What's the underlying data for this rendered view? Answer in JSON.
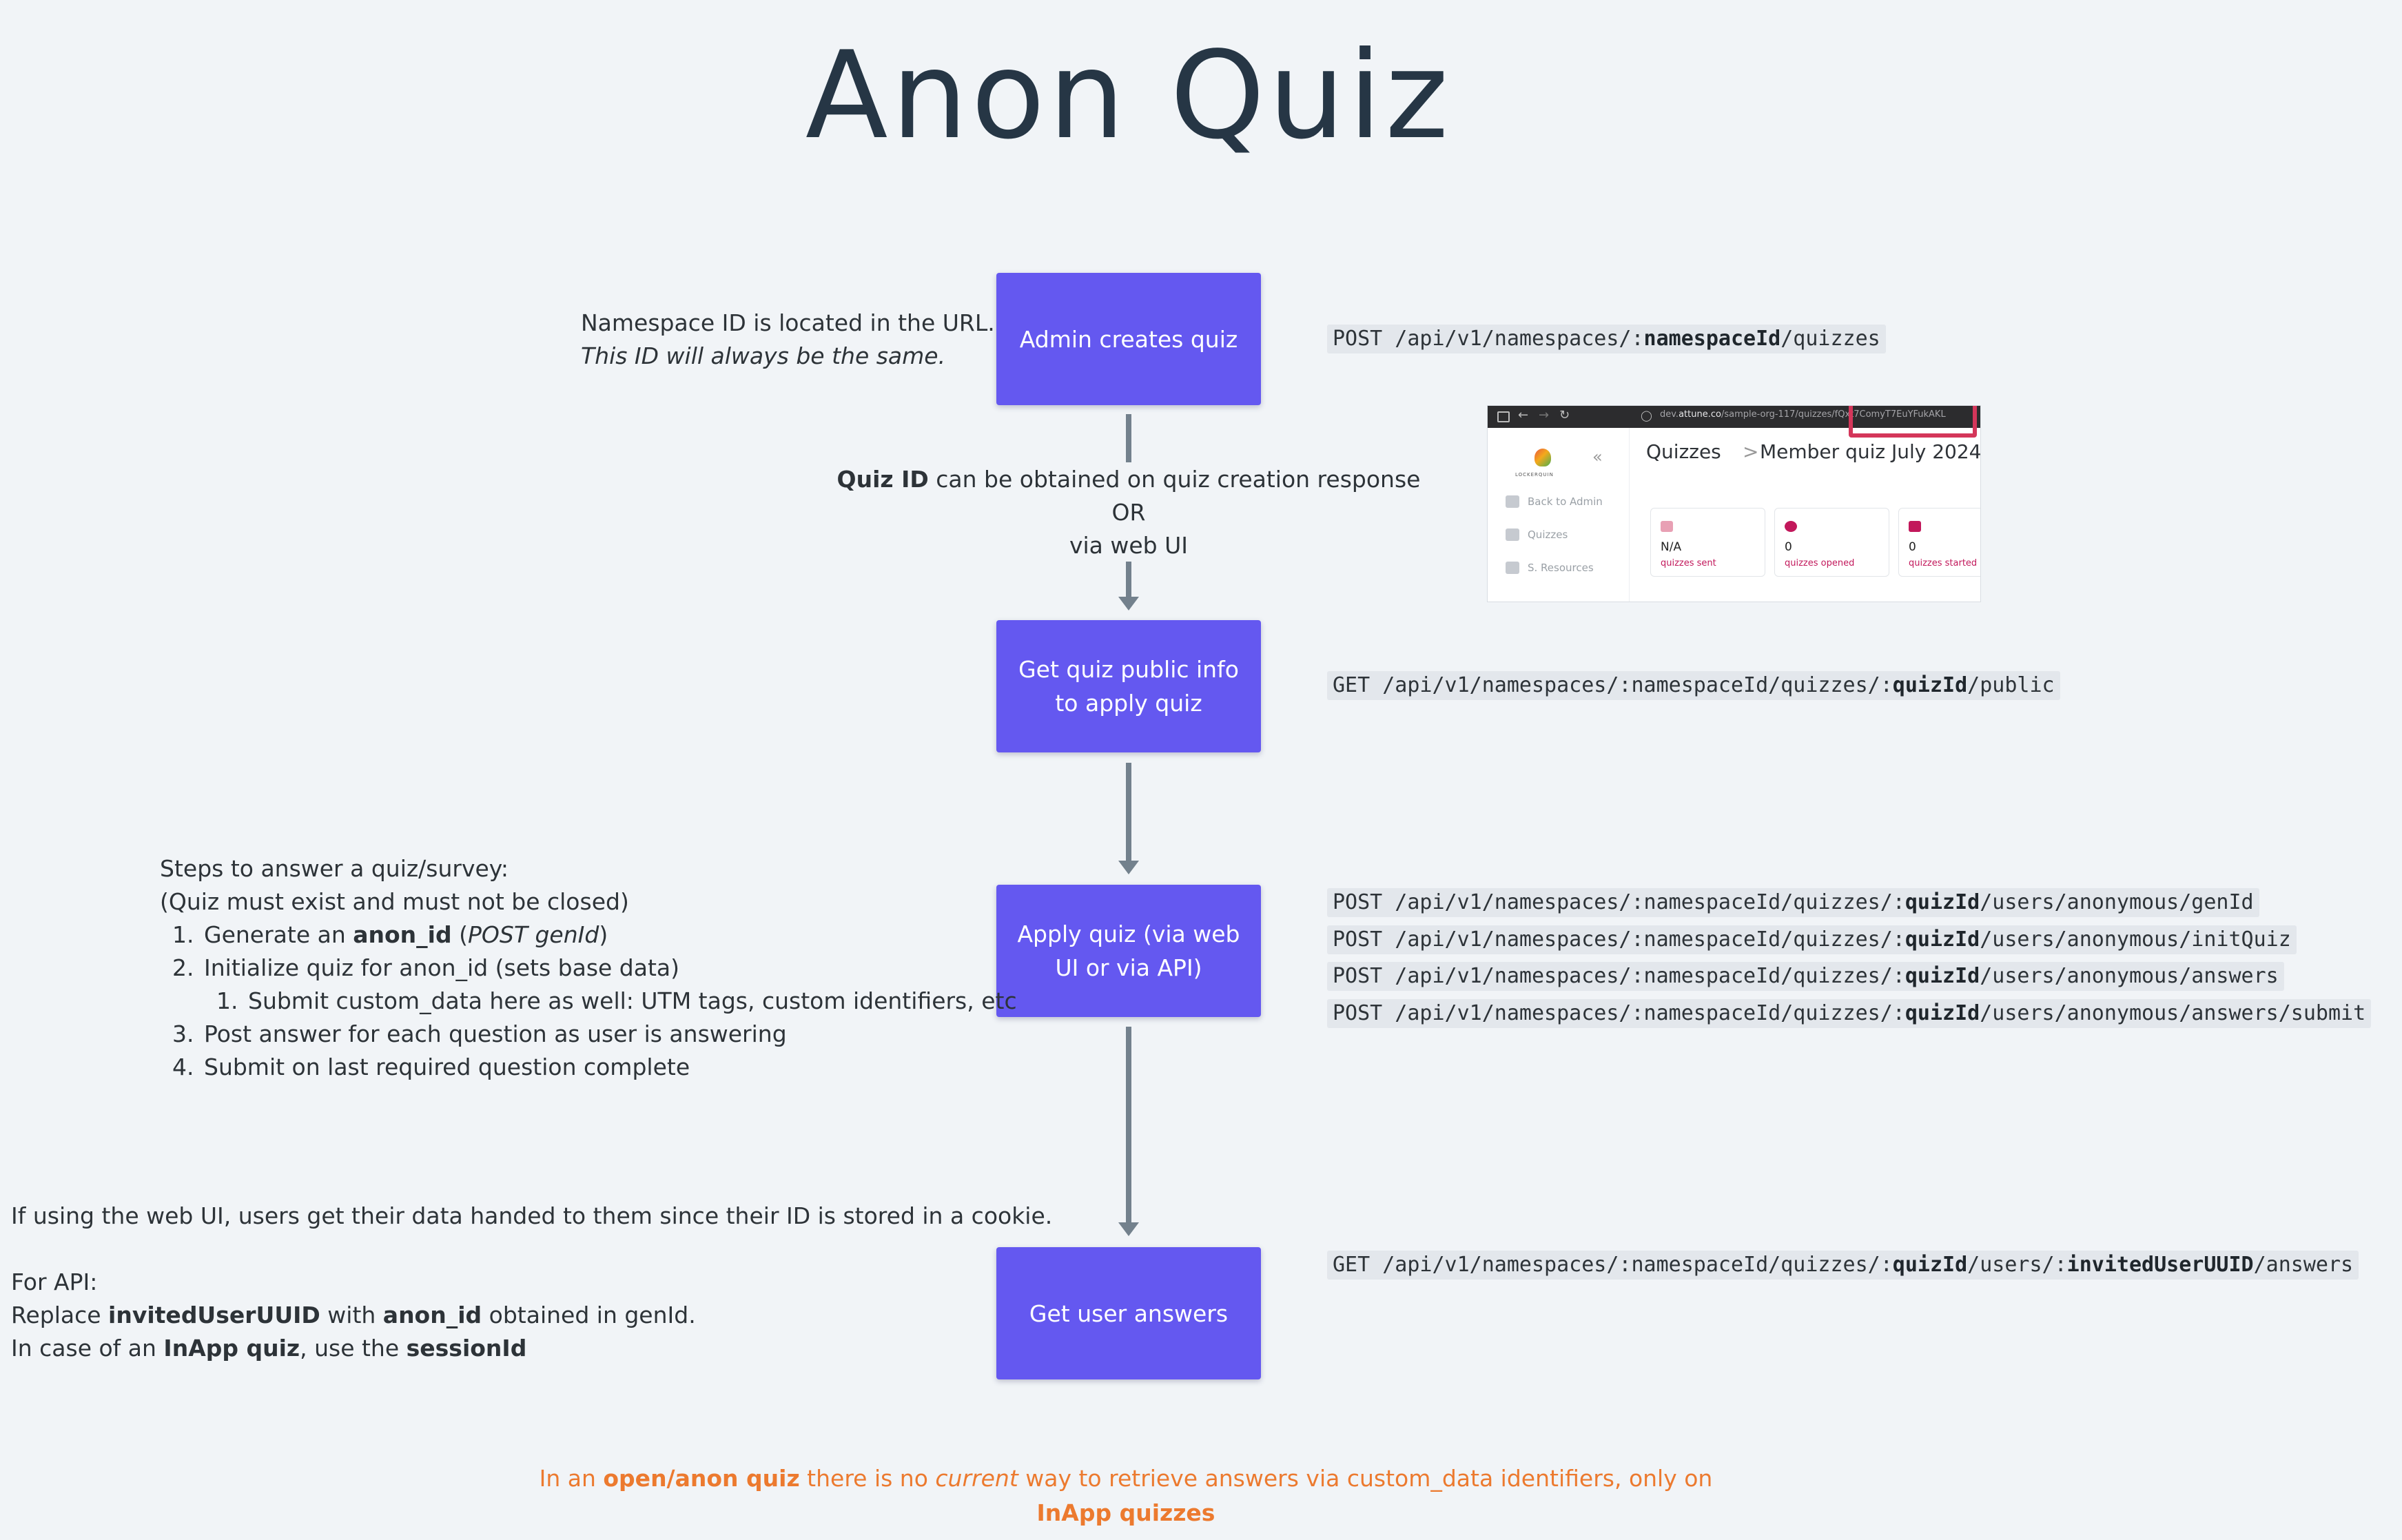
{
  "title": "Anon Quiz",
  "boxes": {
    "b1": "Admin creates quiz",
    "b2": "Get quiz public info to apply quiz",
    "b3": "Apply quiz (via web UI or via API)",
    "b4": "Get user answers"
  },
  "notes": {
    "namespace_line1": "Namespace ID is located in the URL.",
    "namespace_line2": "This ID will always be the same.",
    "quizid_bold": "Quiz ID",
    "quizid_rest": " can be obtained on quiz creation response",
    "or": "OR",
    "via_web": "via web UI",
    "steps_title": "Steps to answer a quiz/survey:",
    "steps_sub": "(Quiz must exist and must not be closed)",
    "s1_num": "1.",
    "s1_a": "Generate an ",
    "s1_b": "anon_id",
    "s1_c": " (",
    "s1_d": "POST genId",
    "s1_e": ")",
    "s2_num": "2.",
    "s2": "Initialize quiz for anon_id (sets base data)",
    "s2a_num": "1.",
    "s2a": "Submit custom_data here as well: UTM tags, custom identifiers, etc",
    "s3_num": "3.",
    "s3": "Post answer for each question as user is answering",
    "s4_num": "4.",
    "s4": "Submit on last required question complete",
    "webui": "If using the web UI, users get their data handed to them since their ID is stored in a cookie.",
    "forapi": "For API:",
    "replace_a": "Replace ",
    "replace_b": "invitedUserUUID",
    "replace_c": " with ",
    "replace_d": "anon_id",
    "replace_e": " obtained in genId.",
    "inapp_a": "In case of an ",
    "inapp_b": "InApp quiz",
    "inapp_c": ", use the ",
    "inapp_d": "sessionId",
    "bottom_a": "In an ",
    "bottom_b": "open/anon quiz",
    "bottom_c": " there is no ",
    "bottom_d": "current",
    "bottom_e": " way to retrieve answers via custom_data identifiers, only on",
    "bottom_f": "InApp quizzes"
  },
  "endpoints": {
    "e1": {
      "pre": "POST /api/v1/namespaces/:",
      "bold": "namespaceId",
      "post": "/quizzes"
    },
    "e2": {
      "pre": "GET /api/v1/namespaces/:namespaceId/quizzes/:",
      "bold": "quizId",
      "post": "/public"
    },
    "e3": {
      "pre": "POST /api/v1/namespaces/:namespaceId/quizzes/:",
      "bold": "quizId",
      "post": "/users/anonymous/genId"
    },
    "e4": {
      "pre": "POST /api/v1/namespaces/:namespaceId/quizzes/:",
      "bold": "quizId",
      "post": "/users/anonymous/initQuiz"
    },
    "e5": {
      "pre": "POST /api/v1/namespaces/:namespaceId/quizzes/:",
      "bold": "quizId",
      "post": "/users/anonymous/answers"
    },
    "e6": {
      "pre": "POST /api/v1/namespaces/:namespaceId/quizzes/:",
      "bold": "quizId",
      "post": "/users/anonymous/answers/submit"
    },
    "e7": {
      "pre": "GET /api/v1/namespaces/:namespaceId/quizzes/:",
      "bold": "quizId",
      "mid": "/users/:",
      "bold2": "invitedUserUUID",
      "post": "/answers"
    }
  },
  "screenshot": {
    "url_pre": "dev.",
    "url_host": "attune.co",
    "url_path": "/sample-org-117/quizzes/",
    "url_id": "fQxt7ComyT7EuYFukAKL",
    "logo_text": "LOCKERQUIN",
    "side_back": "Back to Admin",
    "side_quizzes": "Quizzes",
    "side_resources": "S. Resources",
    "crumb1": "Quizzes",
    "crumb_sep": ">",
    "crumb2": "Member quiz July 2024",
    "cards": [
      {
        "value": "N/A",
        "label": "quizzes sent",
        "color": "#e8a0b4"
      },
      {
        "value": "0",
        "label": "quizzes opened",
        "color": "#c2185b"
      },
      {
        "value": "0",
        "label": "quizzes started",
        "color": "#c2185b"
      }
    ]
  }
}
